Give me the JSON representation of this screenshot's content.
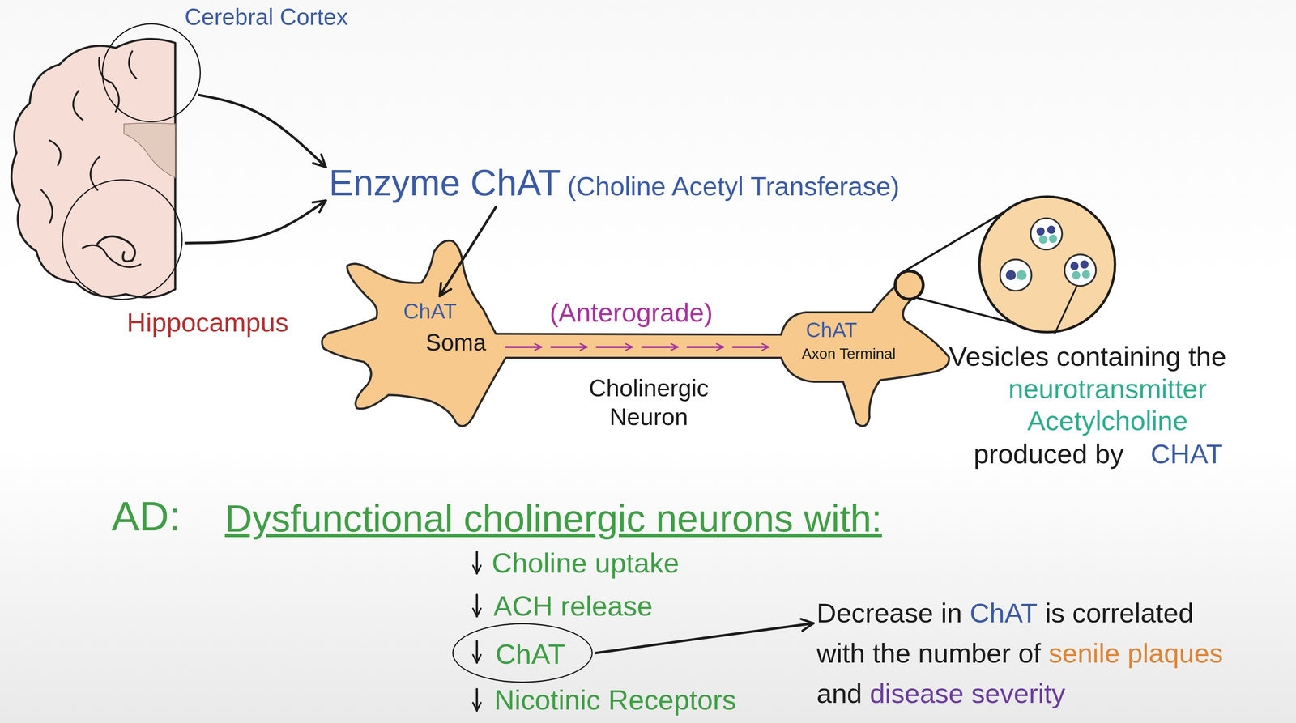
{
  "diagram": {
    "nodes": [
      {
        "text": [
          "Cerebral Cortex"
        ]
      },
      {
        "text": [
          "Hippocampus"
        ]
      },
      {
        "text": [
          "Enzyme ChAT",
          "(Choline Acetyl Transferase)"
        ]
      },
      {
        "text": [
          "ChAT",
          "Soma",
          "ChAT",
          "Axon Terminal",
          "Cholinergic Neuron"
        ]
      },
      {
        "text": [
          "ChAT"
        ]
      },
      {
        "text": [
          "Decrease in",
          "ChAT",
          "is correlated",
          "with the number of",
          "senile plaques",
          "and",
          "disease severity"
        ]
      }
    ],
    "edges": [
      {
        "from": 0,
        "to": 2,
        "arrow": "to"
      },
      {
        "from": 1,
        "to": 2,
        "arrow": "to"
      },
      {
        "from": 2,
        "to": 3,
        "arrow": "to"
      },
      {
        "from": 4,
        "to": 5,
        "arrow": "to"
      }
    ],
    "labels": [
      "(Anterograde)",
      "Vesicles containing the",
      "neurotransmitter Acetylcholine",
      "produced by",
      "CHAT",
      "AD:",
      "Dysfunctional cholinergic neurons with:",
      "Choline uptake",
      "ACH release",
      "Nicotinic Receptors"
    ]
  }
}
